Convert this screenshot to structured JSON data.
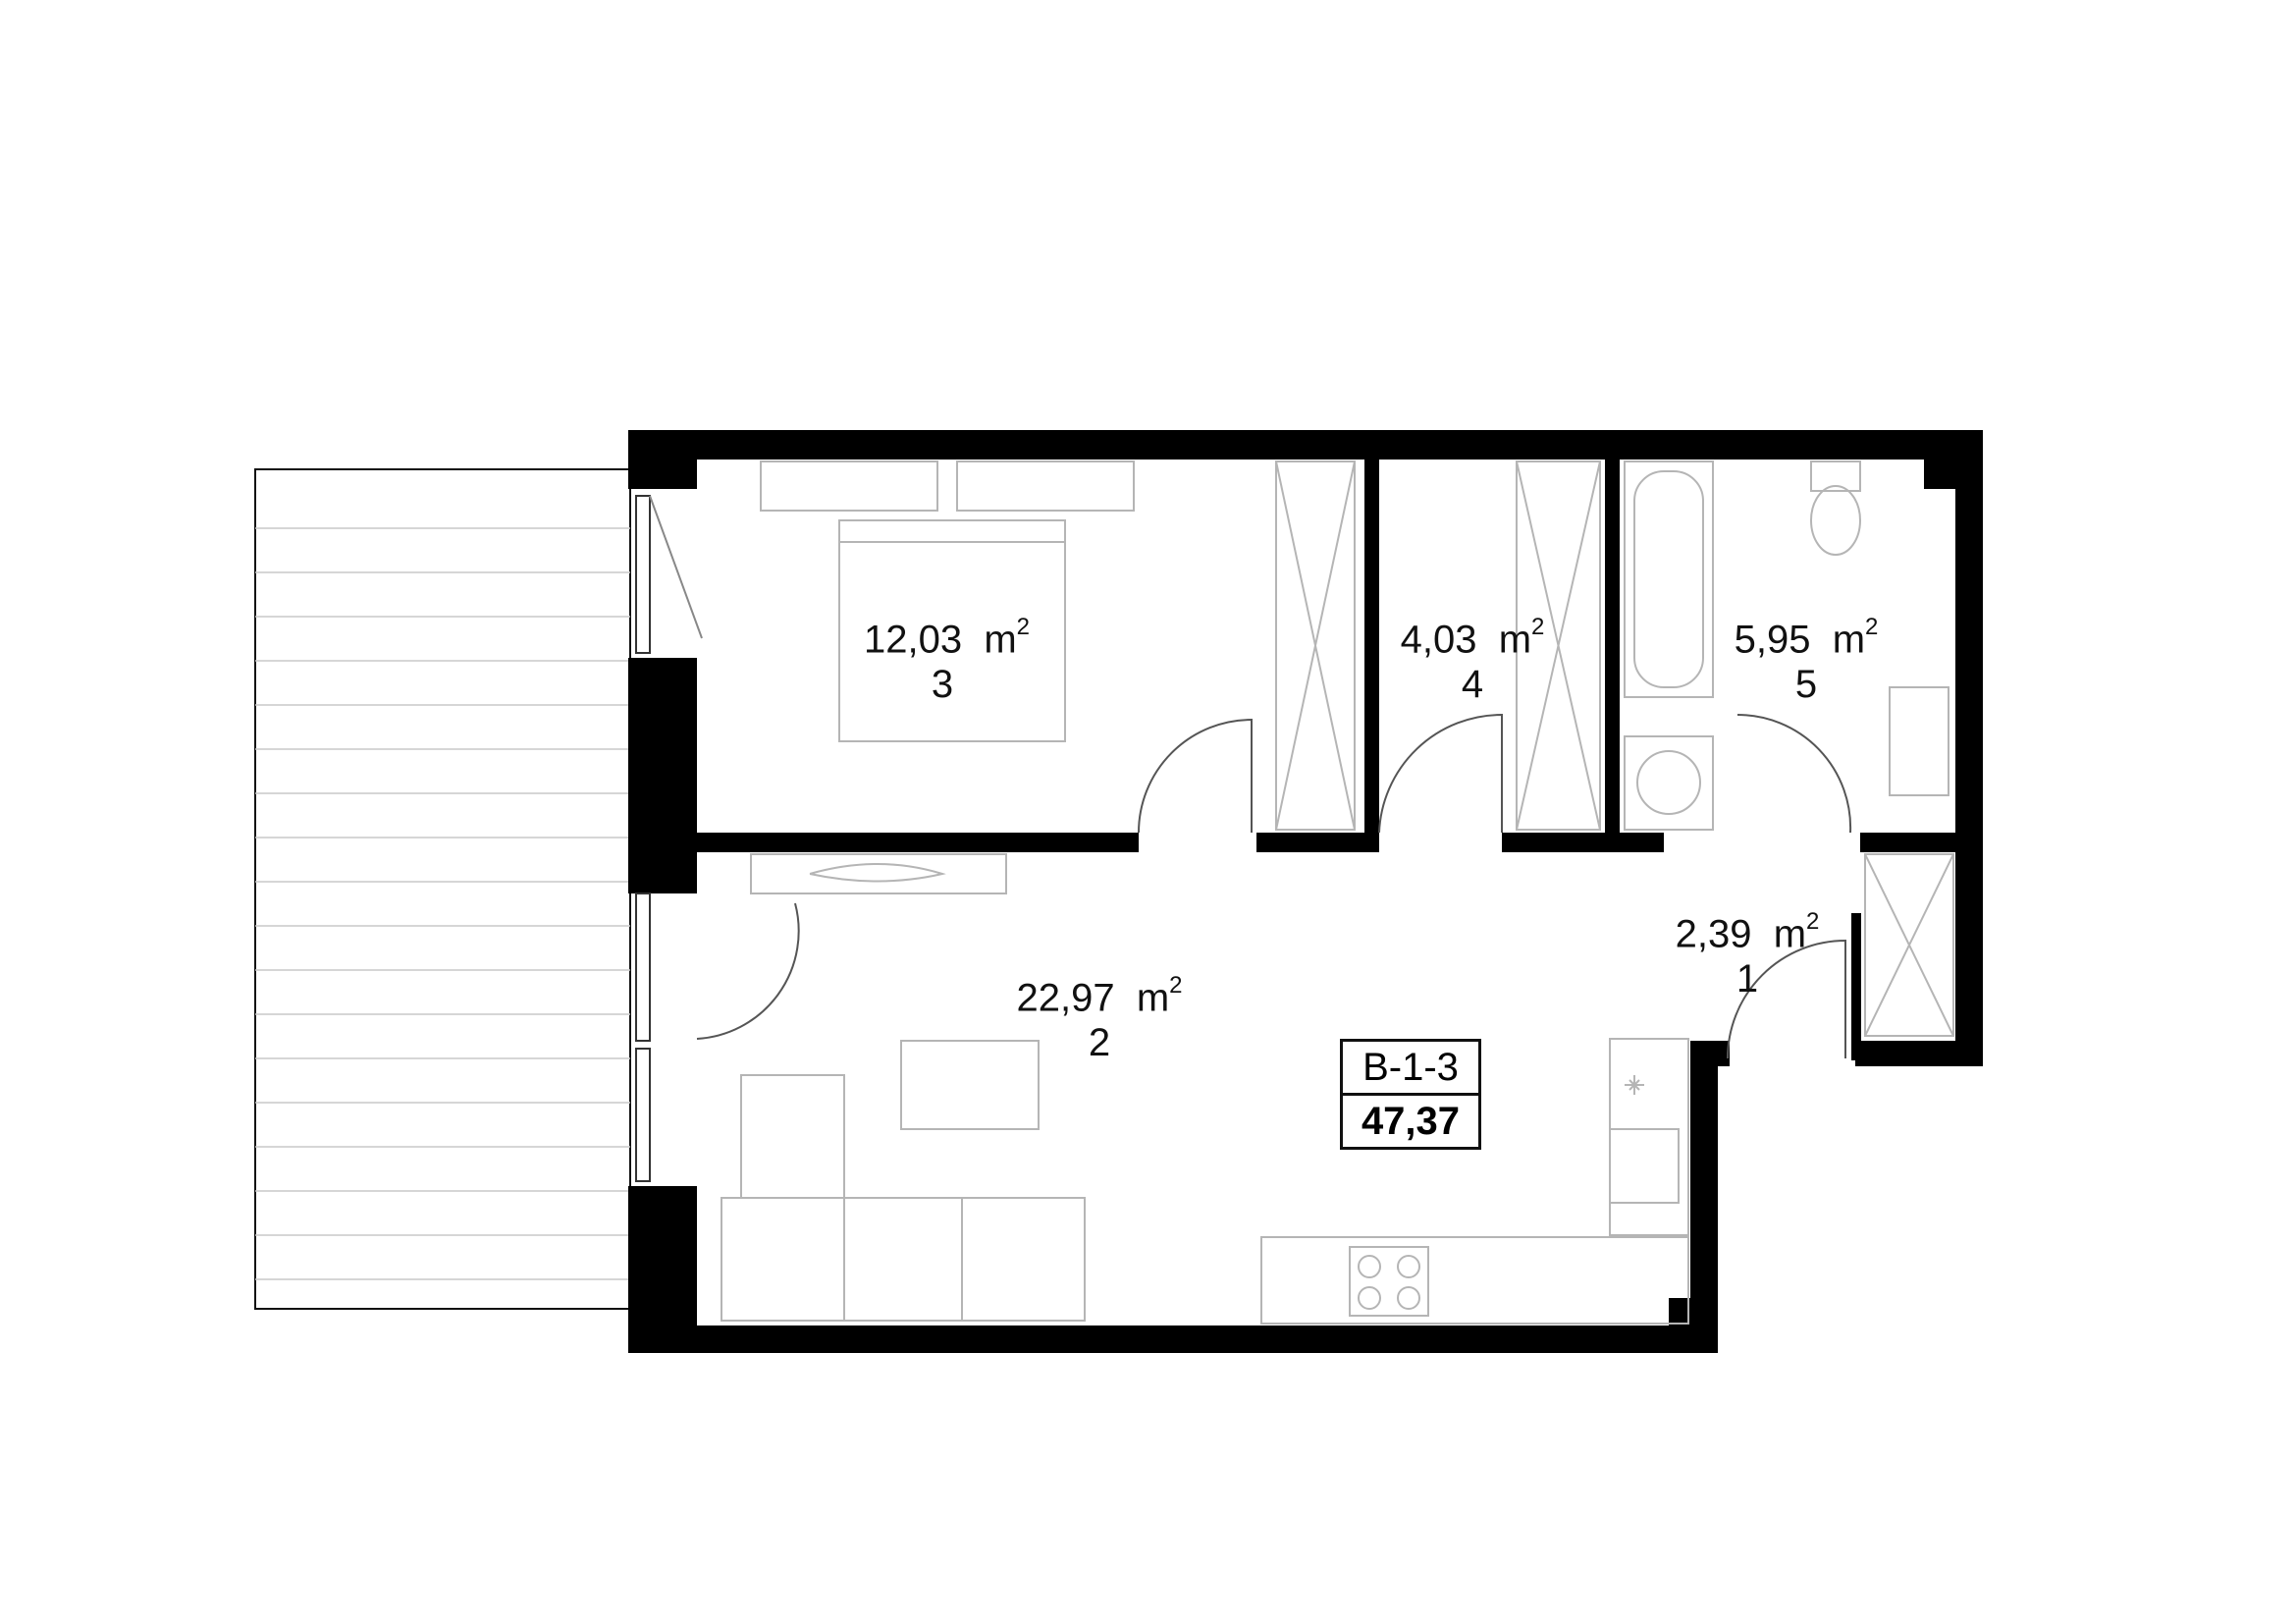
{
  "unit": {
    "code": "B-1-3",
    "total_area": "47,37"
  },
  "area_unit": "m",
  "area_unit_power": "2",
  "rooms": [
    {
      "id": "bedroom",
      "area": "12,03",
      "number": "3"
    },
    {
      "id": "wardrobe",
      "area": "4,03",
      "number": "4"
    },
    {
      "id": "bathroom",
      "area": "5,95",
      "number": "5"
    },
    {
      "id": "hall",
      "area": "2,39",
      "number": "1"
    },
    {
      "id": "living",
      "area": "22,97",
      "number": "2"
    }
  ],
  "colors": {
    "wall": "#000000",
    "line": "#9a9a9a",
    "background": "#ffffff"
  }
}
